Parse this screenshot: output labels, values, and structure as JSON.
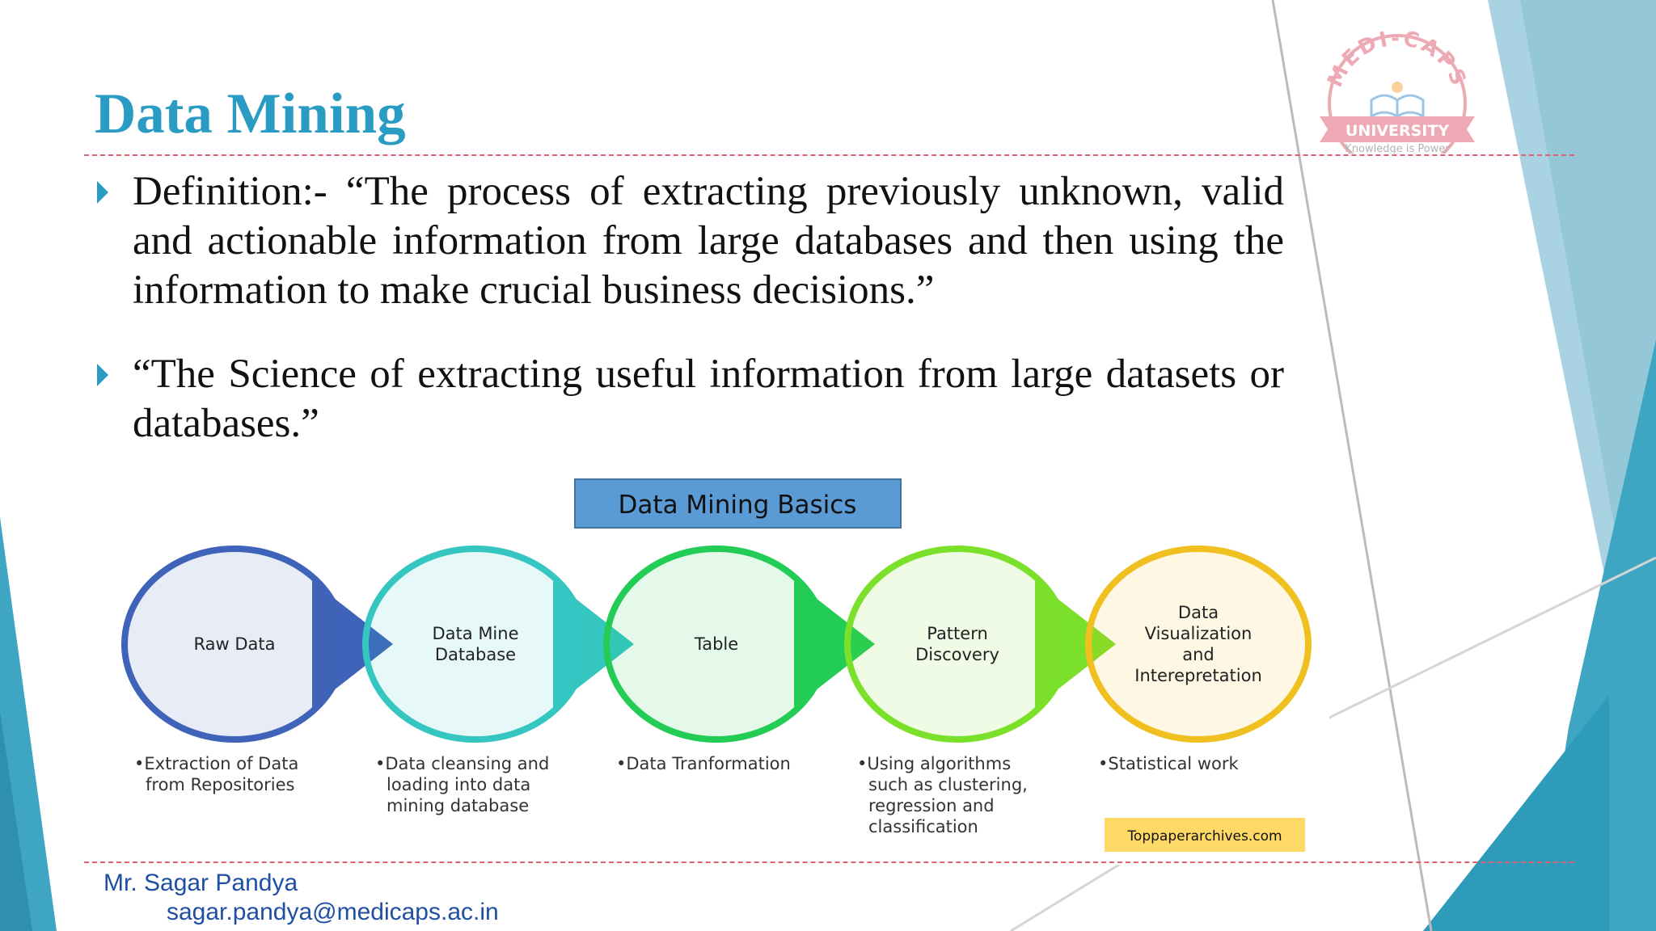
{
  "slide": {
    "title": "Data Mining",
    "bullets": [
      "Definition:- “The process of extracting previously unknown, valid and actionable information from large databases and then using the information to make crucial business decisions.”",
      "“The Science of extracting useful information from large datasets or databases.”"
    ],
    "accent_color": "#2a9cc4"
  },
  "logo": {
    "arc_text": "MEDI-CAPS",
    "banner_text": "UNIVERSITY",
    "tagline": "Knowledge is Power",
    "color": "#d9455a"
  },
  "figure": {
    "title": "Data Mining Basics",
    "stages": [
      {
        "label_lines": [
          "Raw Data"
        ],
        "desc_lines": [
          "•Extraction of Data",
          "from Repositories"
        ],
        "color": "#3e63b8"
      },
      {
        "label_lines": [
          "Data Mine",
          "Database"
        ],
        "desc_lines": [
          "•Data cleansing and",
          "loading into data",
          "mining database"
        ],
        "color": "#35c6c2"
      },
      {
        "label_lines": [
          "Table"
        ],
        "desc_lines": [
          "•Data Tranformation"
        ],
        "color": "#22cc55"
      },
      {
        "label_lines": [
          "Pattern",
          "Discovery"
        ],
        "desc_lines": [
          "•Using algorithms",
          "such as clustering,",
          "regression and",
          "classification"
        ],
        "color": "#7be02a"
      },
      {
        "label_lines": [
          "Data",
          "Visualization",
          "and",
          "Interepretation"
        ],
        "desc_lines": [
          "•Statistical work"
        ],
        "color": "#f0c020"
      }
    ],
    "source": "Toppaperarchives.com"
  },
  "footer": {
    "author": "Mr. Sagar Pandya",
    "email": "sagar.pandya@medicaps.ac.in"
  }
}
